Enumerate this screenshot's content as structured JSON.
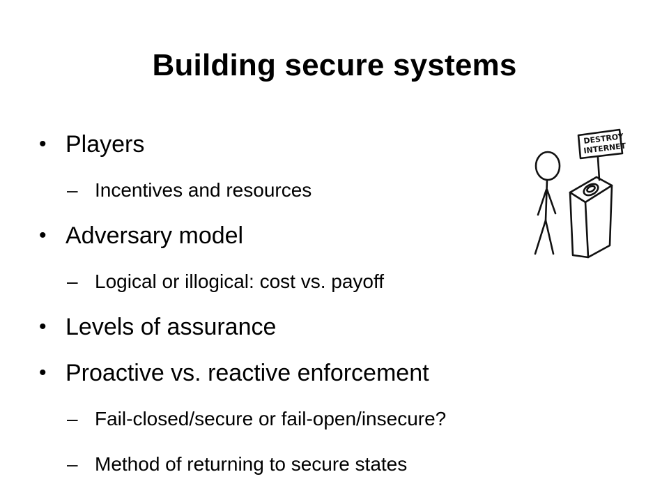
{
  "slide": {
    "title": "Building secure systems",
    "bullets": [
      {
        "marker": "•",
        "text": "Players",
        "level": 1
      },
      {
        "marker": "–",
        "text": "Incentives and resources",
        "level": 2
      },
      {
        "marker": "•",
        "text": "Adversary model",
        "level": 1
      },
      {
        "marker": "–",
        "text": "Logical or illogical: cost vs. payoff",
        "level": 2
      },
      {
        "marker": "•",
        "text": "Levels of assurance",
        "level": 1
      },
      {
        "marker": "•",
        "text": "Proactive vs. reactive enforcement",
        "level": 1
      },
      {
        "marker": "–",
        "text": "Fail-closed/secure or fail-open/insecure?",
        "level": 2
      },
      {
        "marker": "–",
        "text": "Method of returning to secure states",
        "level": 2
      }
    ],
    "comic": {
      "sign_line1": "DESTROY",
      "sign_line2": "INTERNET",
      "icon": "stick-figure-at-button-podium"
    }
  }
}
